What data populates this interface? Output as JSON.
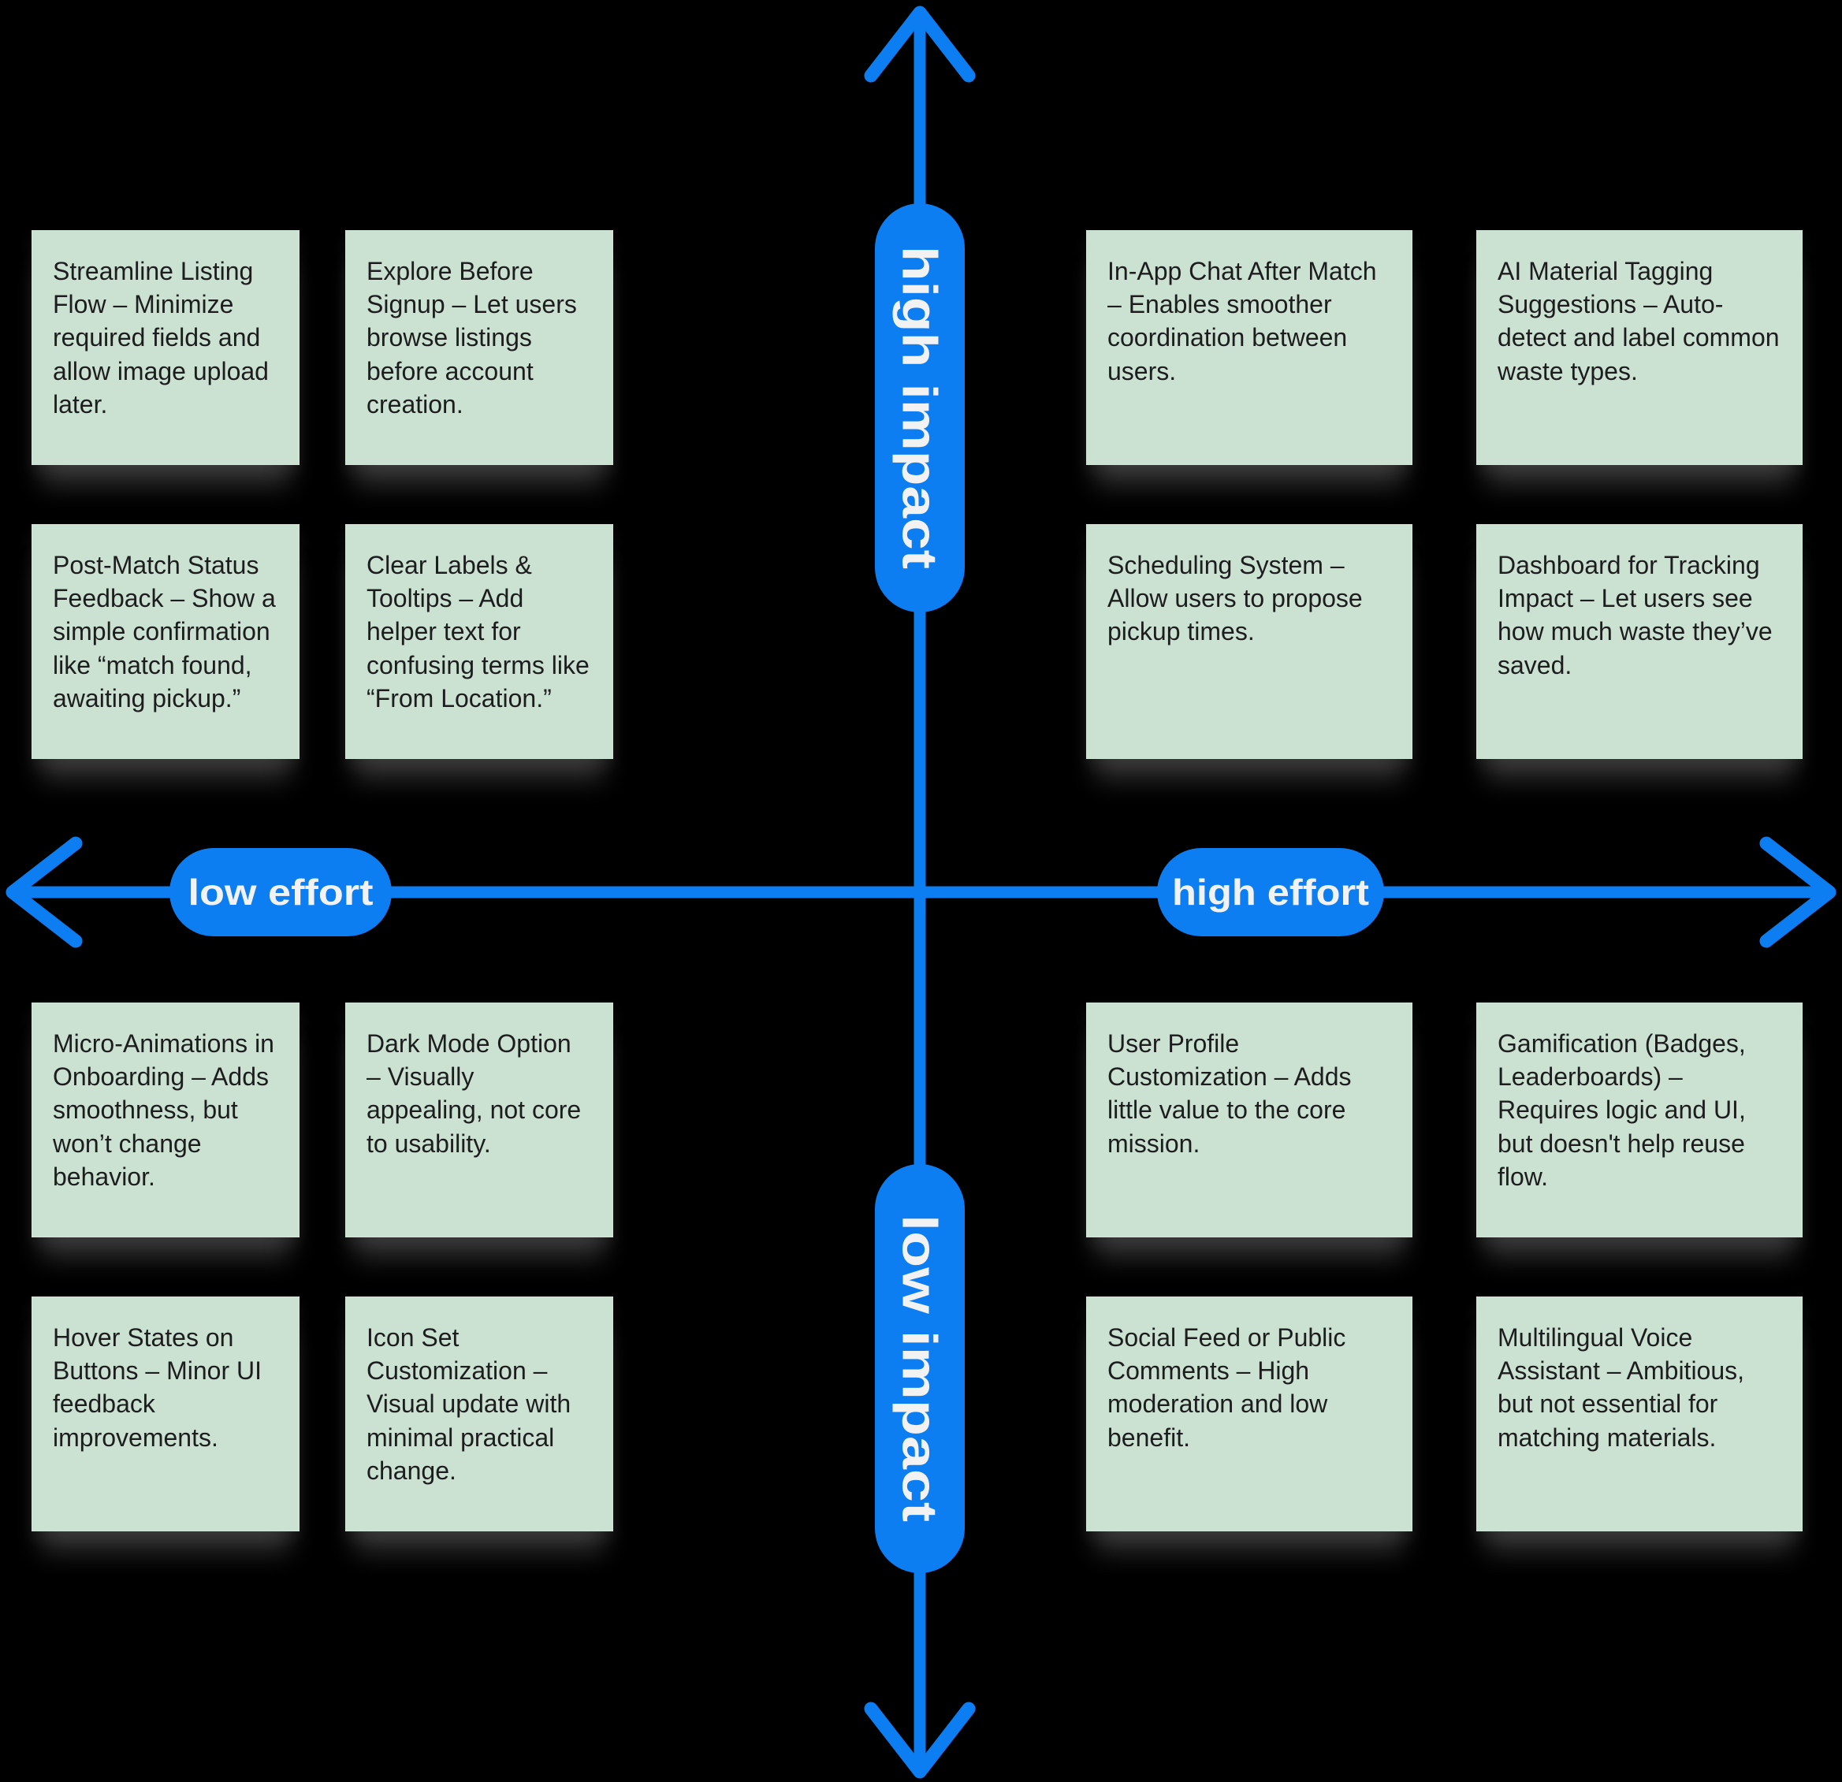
{
  "colors": {
    "background": "#000000",
    "accent_blue": "#0d7df2",
    "note_green": "#cbe2d3",
    "note_text": "#1d1d1d",
    "pill_text": "#f2f2f2"
  },
  "axes": {
    "vertical": {
      "top_label": "high impact",
      "bottom_label": "low impact"
    },
    "horizontal": {
      "left_label": "low effort",
      "right_label": "high effort"
    }
  },
  "quadrants": {
    "top_left": {
      "notes": [
        "Streamline Listing Flow – Minimize required fields and allow image upload later.",
        "Explore Before Signup – Let users browse listings before account creation.",
        "Post-Match Status Feedback – Show a simple confirmation like “match found, awaiting pickup.”",
        "Clear Labels & Tooltips – Add helper text for confusing terms like “From Location.”"
      ]
    },
    "top_right": {
      "notes": [
        "In-App Chat After Match – Enables smoother coordination between users.",
        "AI Material Tagging Suggestions – Auto-detect and label common waste types.",
        "Scheduling System – Allow users to propose pickup times.",
        "Dashboard for Tracking Impact – Let users see how much waste they’ve saved."
      ]
    },
    "bottom_left": {
      "notes": [
        "Micro-Animations in Onboarding – Adds smoothness, but won’t change behavior.",
        "Dark Mode Option – Visually appealing, not core to usability.",
        "Hover States on Buttons – Minor UI feedback improvements.",
        "Icon Set Customization – Visual update with minimal practical change."
      ]
    },
    "bottom_right": {
      "notes": [
        "User Profile Customization – Adds little value to the core mission.",
        "Gamification (Badges, Leaderboards) – Requires logic and UI, but doesn't help reuse flow.",
        "Social Feed or Public Comments – High moderation and low benefit.",
        "Multilingual Voice Assistant – Ambitious, but not essential for matching materials."
      ]
    }
  }
}
